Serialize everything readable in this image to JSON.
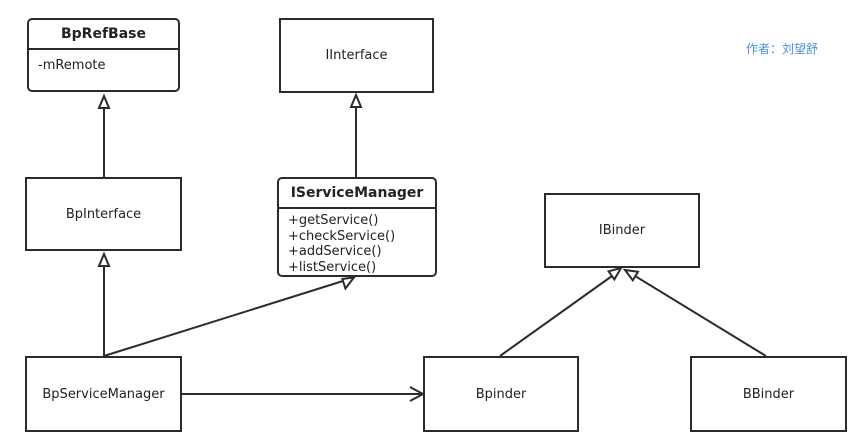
{
  "author": "作者：刘望舒",
  "classes": {
    "bprefbase": {
      "name": "BpRefBase",
      "members": [
        "-mRemote"
      ]
    },
    "iinterface": {
      "name": "IInterface"
    },
    "bpinterface": {
      "name": "BpInterface"
    },
    "iservicemanager": {
      "name": "IServiceManager",
      "members": [
        "+getService()",
        "+checkService()",
        "+addService()",
        "+listService()"
      ]
    },
    "ibinder": {
      "name": "IBinder"
    },
    "bpservicemanager": {
      "name": "BpServiceManager"
    },
    "bpinder": {
      "name": "Bpinder"
    },
    "bbinder": {
      "name": "BBinder"
    }
  },
  "relations": [
    {
      "from": "BpInterface",
      "to": "BpRefBase",
      "type": "inheritance"
    },
    {
      "from": "IServiceManager",
      "to": "IInterface",
      "type": "inheritance"
    },
    {
      "from": "BpServiceManager",
      "to": "BpInterface",
      "type": "inheritance"
    },
    {
      "from": "BpServiceManager",
      "to": "IServiceManager",
      "type": "inheritance"
    },
    {
      "from": "BpServiceManager",
      "to": "Bpinder",
      "type": "association"
    },
    {
      "from": "Bpinder",
      "to": "IBinder",
      "type": "inheritance"
    },
    {
      "from": "BBinder",
      "to": "IBinder",
      "type": "inheritance"
    }
  ],
  "colors": {
    "line": "#2b2b2b",
    "author": "#4a90d9"
  }
}
